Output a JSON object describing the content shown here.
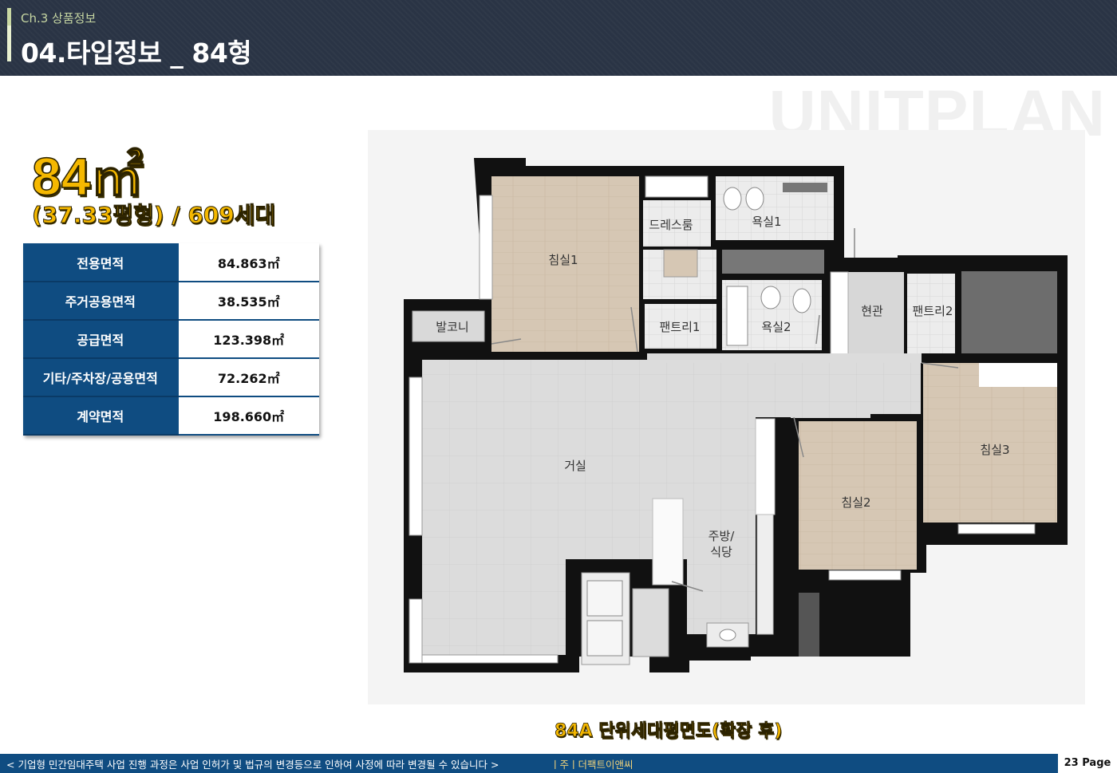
{
  "header": {
    "chapter": "Ch.3 상품정보",
    "title": "04.타입정보 _ 84형"
  },
  "watermark": "UNITPLAN",
  "summary": {
    "area": "84㎡",
    "detail": "(37.33평형) / 609세대"
  },
  "area_table": [
    {
      "label": "전용면적",
      "value": "84.863㎡"
    },
    {
      "label": "주거공용면적",
      "value": "38.535㎡"
    },
    {
      "label": "공급면적",
      "value": "123.398㎡"
    },
    {
      "label": "기타/주차장/공용면적",
      "value": "72.262㎡"
    },
    {
      "label": "계약면적",
      "value": "198.660㎡"
    }
  ],
  "floor_plan": {
    "rooms": {
      "bedroom1": "침실1",
      "dressroom": "드레스룸",
      "bath1": "욕실1",
      "balcony": "발코니",
      "pantry1": "팬트리1",
      "bath2": "욕실2",
      "entrance": "현관",
      "pantry2": "팬트리2",
      "living": "거실",
      "bedroom2": "침실2",
      "bedroom3": "침실3",
      "kitchen_line1": "주방/",
      "kitchen_line2": "식당"
    },
    "caption": "84A 단위세대평면도(확장 후)"
  },
  "footer": {
    "notice": "< 기업형 민간임대주택 사업 진행 과정은 사업 인허가 및 법규의 변경등으로 인하여 사정에 따라 변경될 수 있습니다 >",
    "company": "ㅣ주ㅣ더팩트이앤씨",
    "page": "23 Page"
  }
}
